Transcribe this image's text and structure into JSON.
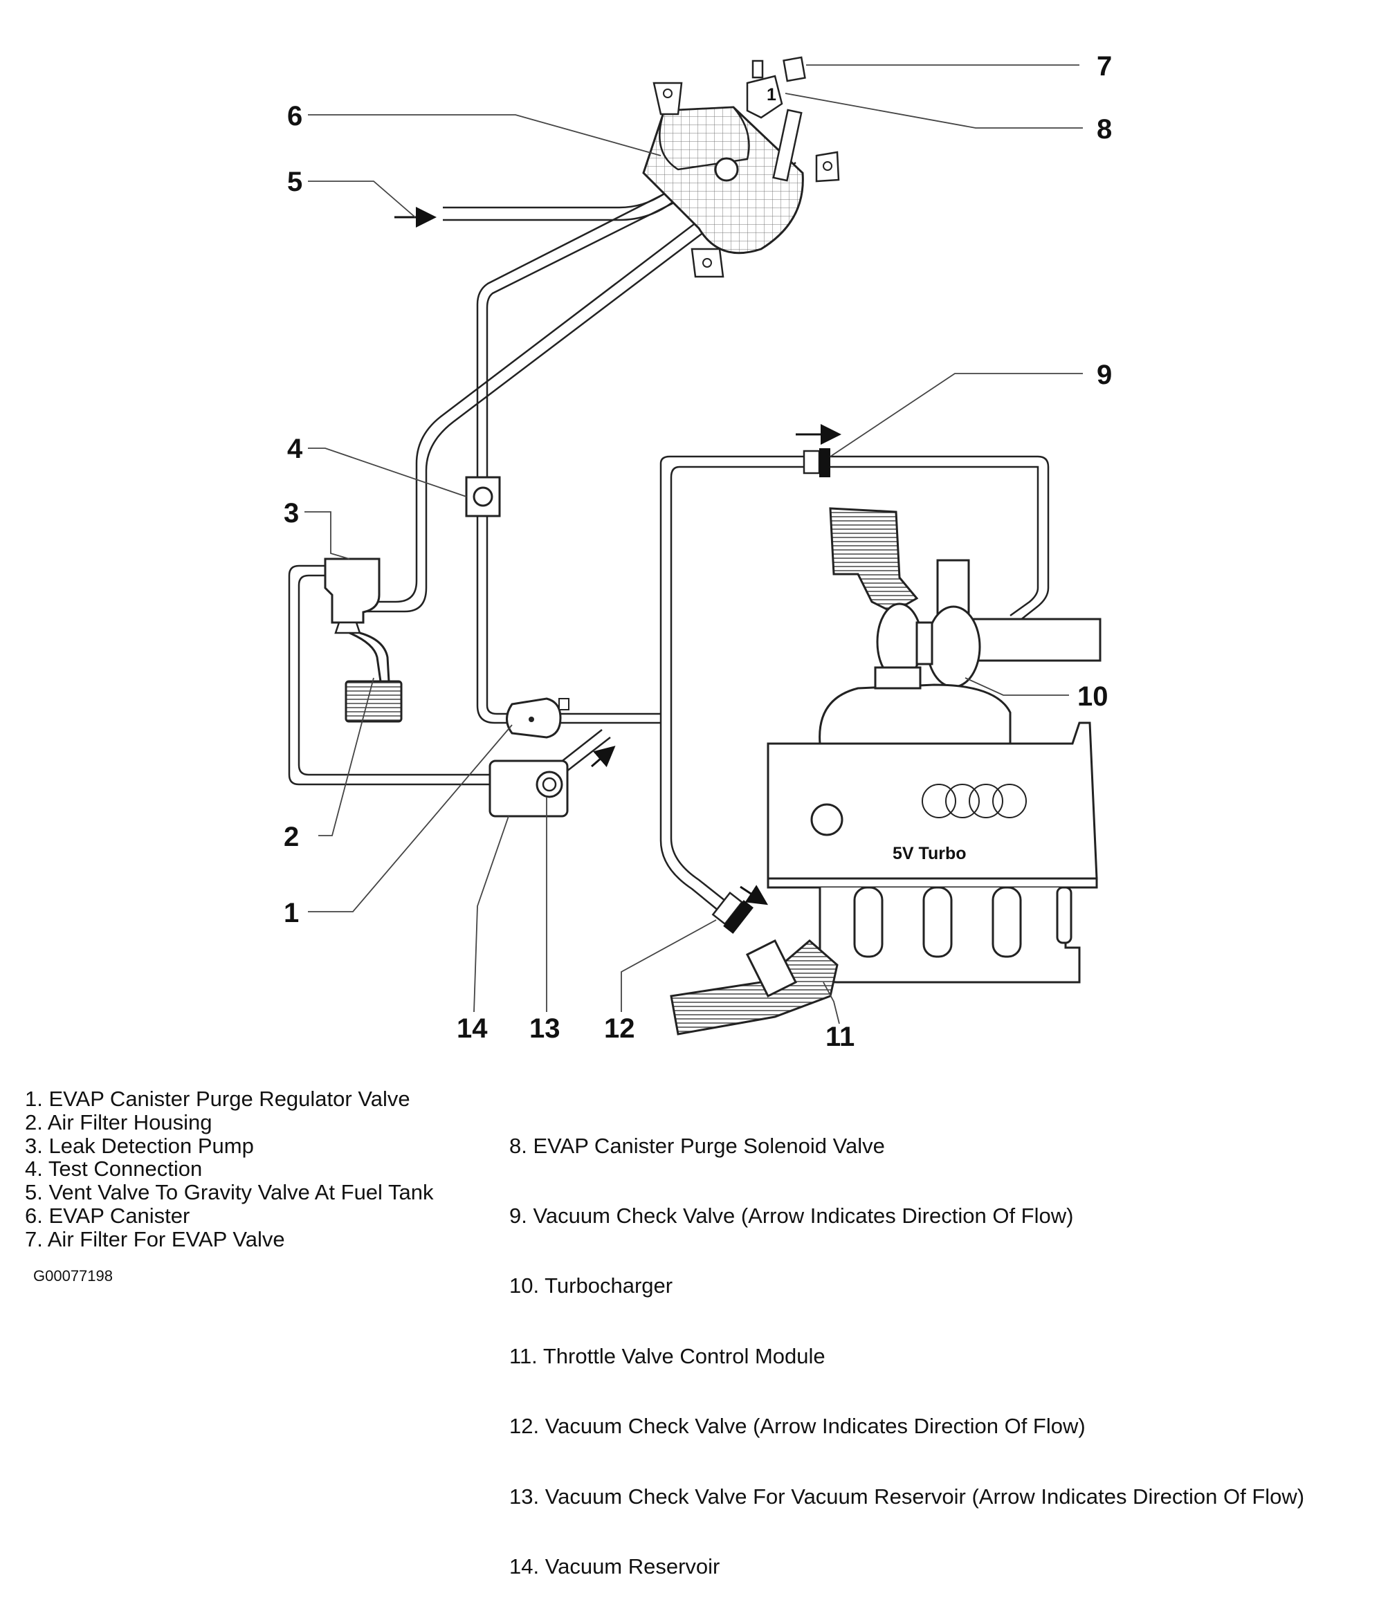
{
  "callouts": {
    "c1": "1",
    "c2": "2",
    "c3": "3",
    "c4": "4",
    "c5": "5",
    "c6": "6",
    "c7": "7",
    "c8": "8",
    "c9": "9",
    "c10": "10",
    "c11": "11",
    "c12": "12",
    "c13": "13",
    "c14": "14"
  },
  "engine_label": "5V  Turbo",
  "legend_left": [
    "1. EVAP Canister Purge Regulator Valve",
    "2. Air Filter Housing",
    "3. Leak Detection Pump",
    "4. Test Connection",
    "5. Vent Valve To Gravity Valve At Fuel Tank",
    "6. EVAP Canister",
    "7. Air Filter For EVAP Valve"
  ],
  "legend_right": [
    " 8. EVAP Canister Purge Solenoid Valve",
    " 9. Vacuum Check Valve (Arrow Indicates Direction Of Flow)",
    "10. Turbocharger",
    "11. Throttle Valve Control Module",
    "12. Vacuum Check Valve (Arrow Indicates Direction Of Flow)",
    "13. Vacuum Check Valve For Vacuum Reservoir (Arrow Indicates Direction Of Flow)",
    "14. Vacuum Reservoir"
  ],
  "figure_id": "G00077198"
}
